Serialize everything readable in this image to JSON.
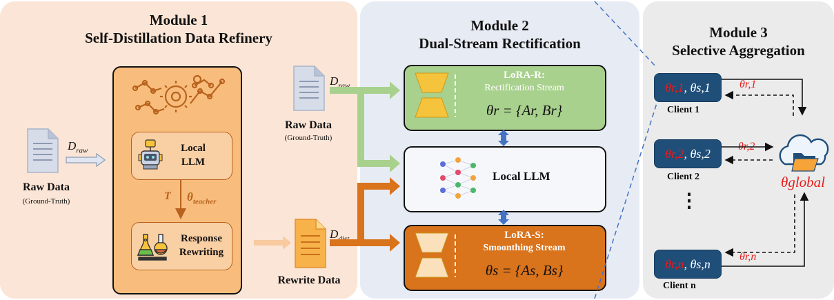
{
  "module1": {
    "title_line1": "Module 1",
    "title_line2": "Self-Distillation Data Refinery",
    "raw_label": "Raw Data",
    "raw_sub": "(Ground-Truth)",
    "d_raw": "D",
    "d_raw_sub": "raw",
    "local_llm": "Local LLM",
    "t_label": "T",
    "theta_teacher": "θ",
    "theta_teacher_sub": "teacher",
    "response_rewriting": "Response Rewriting"
  },
  "middle": {
    "d_raw": "D",
    "d_raw_sub": "raw",
    "raw_label": "Raw Data",
    "raw_sub": "(Ground-Truth)",
    "d_dist": "D",
    "d_dist_sub": "dist",
    "rewrite_label": "Rewrite Data"
  },
  "module2": {
    "title_line1": "Module 2",
    "title_line2": "Dual-Stream Rectification",
    "lora_r_title": "LoRA-R:",
    "lora_r_sub": "Rectification Stream",
    "lora_r_formula": "θr = {Ar, Br}",
    "local_llm": "Local LLM",
    "lora_s_title": "LoRA-S:",
    "lora_s_sub": "Smoonthing Stream",
    "lora_s_formula": "θs = {As, Bs}"
  },
  "module3": {
    "title_line1": "Module 3",
    "title_line2": "Selective Aggregation",
    "client1": "Client 1",
    "client2": "Client 2",
    "clientn": "Client n",
    "ellipsis": "⋮",
    "theta_r1": "θr,1",
    "theta_s1": "θs,1",
    "theta_r2": "θr,2",
    "theta_s2": "θs,2",
    "theta_rn": "θr,n",
    "theta_sn": "θs,n",
    "theta_global": "θglobal"
  },
  "colors": {
    "module1_bg": "#fbe5d6",
    "module1_inner": "#f8bd7c",
    "module2_bg": "#e7ecf4",
    "module3_bg": "#ebebeb",
    "lora_r_fill": "#a9d18e",
    "lora_s_fill": "#d9731c",
    "client_fill": "#1f4e79",
    "accent_red": "#e81c1c",
    "arrow_green": "#a9d18e",
    "arrow_orange": "#d9731c"
  },
  "icons": [
    "document-icon",
    "network-gear-icon",
    "robot-icon",
    "lab-flask-icon",
    "rewrite-document-icon",
    "adapter-trapezoid-icon",
    "neural-network-icon",
    "cloud-folder-icon"
  ]
}
